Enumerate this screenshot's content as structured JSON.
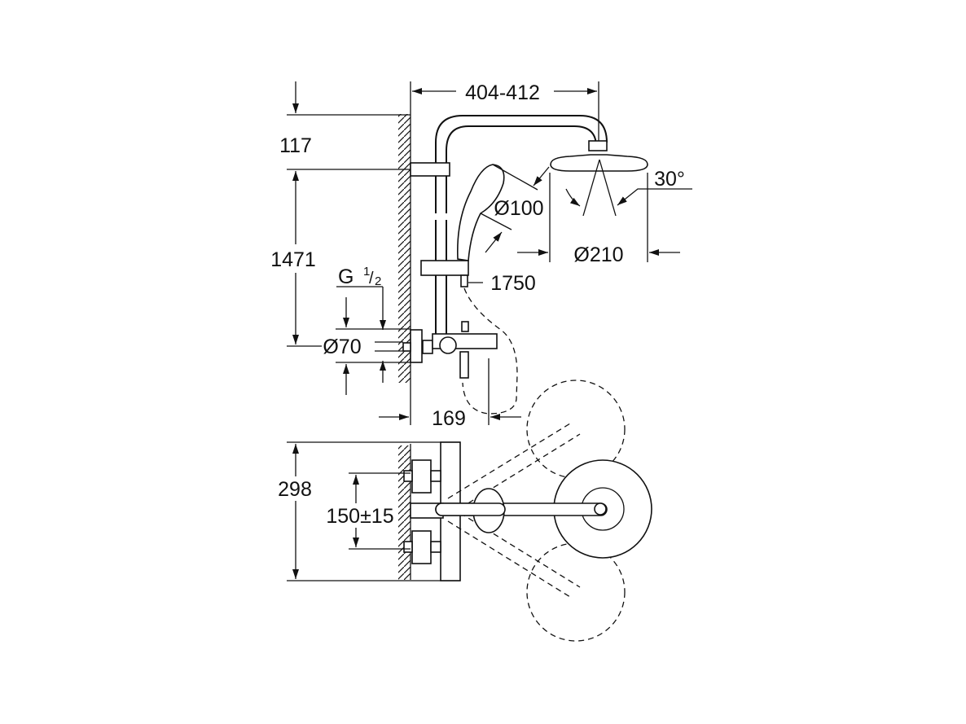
{
  "drawing": {
    "side_view": {
      "width_label": "404-412",
      "top_offset_label": "117",
      "height_label": "1471",
      "angle_label": "30°",
      "head_diameter_label": "Ø210",
      "hand_shower_diameter_label": "Ø100",
      "hose_length_label": "1750",
      "thread_label": "G",
      "thread_num": "1",
      "thread_den": "2",
      "escutcheon_label": "Ø70",
      "projection_label": "169"
    },
    "top_view": {
      "depth_label": "298",
      "centers_label": "150±15"
    }
  }
}
